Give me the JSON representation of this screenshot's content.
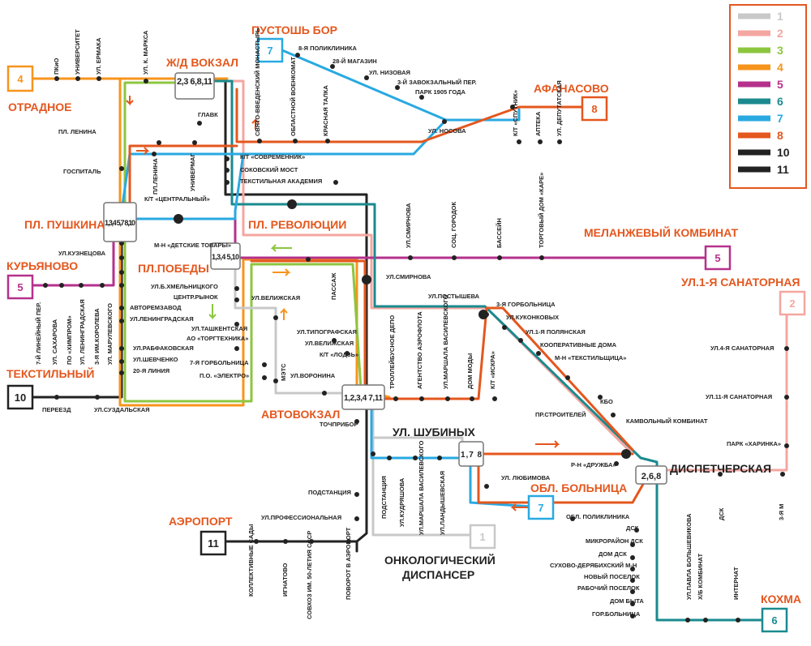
{
  "route_colors": {
    "r1": "#c8c8c8",
    "r2": "#f4a6a0",
    "r3": "#8cc63f",
    "r4": "#f7941d",
    "r5": "#b5318c",
    "r6": "#1a8a8f",
    "r7": "#29a9e1",
    "r8": "#e4571e",
    "r10": "#222222",
    "r11": "#222222"
  },
  "legend": [
    "1",
    "2",
    "3",
    "4",
    "5",
    "6",
    "7",
    "8",
    "10",
    "11"
  ],
  "terminals": {
    "r4": "4",
    "r7": "7",
    "r8": "8",
    "r5a": "5",
    "r5b": "5",
    "r2": "2",
    "r10": "10",
    "r11": "11",
    "r6": "6",
    "r1": "1",
    "r7b": "7"
  },
  "hubs": {
    "otradnoe": "ОТРАДНОЕ",
    "zhd": "Ж/Д ВОКЗАЛ",
    "pustosh": "ПУСТОШЬ БОР",
    "afanasovo": "АФАНАСОВО",
    "pushkina": "ПЛ. ПУШКИНА",
    "revolution": "ПЛ. РЕВОЛЮЦИИ",
    "melanzh": "МЕЛАНЖЕВЫЙ КОМБИНАТ",
    "kuryanovo": "КУРЬЯНОВО",
    "pobedy": "ПЛ.ПОБЕДЫ",
    "sanatornaya": "УЛ.1-Я САНАТОРНАЯ",
    "tekstilny": "ТЕКСТИЛЬНЫЙ",
    "avtovokzal": "АВТОВОКЗАЛ",
    "shubinykh": "УЛ. ШУБИНЫХ",
    "dispatch": "ДИСПЕТЧЕРСКАЯ",
    "bolnica": "ОБЛ. БОЛЬНИЦА",
    "aeroport": "АЭРОПОРТ",
    "onko1": "ОНКОЛОГИЧЕСКИЙ",
    "onko2": "ДИСПАНСЕР",
    "kokhma": "КОХМА"
  },
  "hub_badges": {
    "zhd": "2,3 6,8,11",
    "pushkina": "1,3,4 5,7 8,10",
    "pobedy": "1,3,4 5,10",
    "avtovokzal": "1,2,3,4 7,11",
    "shubinykh": "1,7 8",
    "dispatch": "2,6,8"
  },
  "stops": {
    "s1": "ПКиО",
    "s2": "УНИВЕРСИТЕТ",
    "s3": "УЛ. ЕРМАКА",
    "s4": "УЛ. К. МАРКСА",
    "s5": "8-Я ПОЛИКЛИНИКА",
    "s6": "28-Й МАГАЗИН",
    "s7": "УЛ. НИЗОВАЯ",
    "s8": "3-Й ЗАВОКЗАЛЬНЫЙ ПЕР.",
    "s9": "ПАРК 1905 ГОДА",
    "s10": "УЛ. НОСОВА",
    "s11": "ГЛАВК",
    "s12": "СВЯТО-ВВЕДЕНСКИЙ МОНАСТЫРЬ",
    "s13": "ОБЛАСТНОЙ ВОЕНКОМАТ",
    "s14": "КРАСНАЯ ТАЛКА",
    "s15": "ПЛ. ЛЕНИНА",
    "s16": "К/Т «СПУТНИК»",
    "s17": "АПТЕКА",
    "s18": "УЛ. ДЕПУТАТСКАЯ",
    "s19": "ГОСПИТАЛЬ",
    "s20": "ПЛ.ЛЕНИНА",
    "s21": "УНИВЕРМАГ",
    "s22": "К/Т «СОВРЕМЕННИК»",
    "s23": "СОКОВСКИЙ МОСТ",
    "s24": "ТЕКСТИЛЬНАЯ АКАДЕМИЯ",
    "s25": "К/Т «ЦЕНТРАЛЬНЫЙ»",
    "s26": "УЛ.СМИРНОВА",
    "s27": "СОЦ. ГОРОДОК",
    "s28": "БАССЕЙН",
    "s29": "ТОРГОВЫЙ ДОМ «КАРЕ»",
    "s30": "М-Н «ДЕТСКИЕ ТОВАРЫ»",
    "s31": "УЛ.КУЗНЕЦОВА",
    "s32": "ПАССАЖ",
    "s33": "УЛ.СМИРНОВА",
    "s34": "УЛ.Б.ХМЕЛЬНИЦКОГО",
    "s35": "ЦЕНТР.РЫНОК",
    "s36": "АВТОРЕМЗАВОД",
    "s37": "УЛ.ЛЕНИНГРАДСКАЯ",
    "s38": "УЛ.ВЕЛИЖСКАЯ",
    "s39": "УЛ.ПОСТЫШЕВА",
    "s40": "3-Я ГОРБОЛЬНИЦА",
    "s41": "УЛ.КУКОНКОВЫХ",
    "s42": "7-Й ЛИНЕЙНЫЙ ПЕР.",
    "s43": "УЛ. САХАРОВА",
    "s44": "ПО «ХИМПРОМ»",
    "s45": "УЛ. ЛЕНИНГРАДСКАЯ",
    "s46": "3-Я ИМ.КОРОЛЕВА",
    "s47": "УЛ. МАРУЛЕВСКОГО",
    "s48": "УЛ.ТАШКЕНТСКАЯ",
    "s49": "АО «ТОРГТЕХНИКА»",
    "s50": "УЛ.РАБФАКОВСКАЯ",
    "s51": "УЛ.ШЕВЧЕНКО",
    "s52": "20-Я ЛИНИЯ",
    "s53": "7-Я ГОРБОЛЬНИЦА",
    "s54": "П.О. «ЭЛЕКТРО»",
    "s55": "МЭТС",
    "s56": "УЛ.ТИПОГРАФСКАЯ",
    "s57": "УЛ.ВЕЛИЖСКАЯ",
    "s58": "К/Т «ЛОДЗЬ»",
    "s59": "УЛ.ВОРОНИНА",
    "s60": "ТРОЛЛЕЙБУСНОЕ ДЕПО",
    "s61": "АГЕНТСТВО АЭРОФЛОТА",
    "s62": "УЛ.МАРШАЛА ВАСИЛЕВСКОГО",
    "s63": "ДОМ МОДЫ",
    "s64": "К/Т «ИСКРА»",
    "s65": "УЛ.1-Я ПОЛЯНСКАЯ",
    "s66": "КООПЕРАТИВНЫЕ ДОМА",
    "s67": "М-Н «ТЕКСТИЛЬЩИЦА»",
    "s68": "УЛ.4-Я САНАТОРНАЯ",
    "s69": "УЛ.11-Я САНАТОРНАЯ",
    "s70": "ПАРК «ХАРИНКА»",
    "s71": "КБО",
    "s72": "КАМВОЛЬНЫЙ КОМБИНАТ",
    "s73": "ПР.СТРОИТЕЛЕЙ",
    "s74": "ПЕРЕЕЗД",
    "s75": "УЛ.СУЗДАЛЬСКАЯ",
    "s76": "ТОЧПРИБОР",
    "s77": "Р-Н «ДРУЖБА»",
    "s78": "УЛ. ЛЮБИМОВА",
    "s79": "ПОДСТАНЦИЯ",
    "s80": "ПОДСТАНЦИЯ",
    "s81": "УЛ.КУДРЯШОВА",
    "s82": "УЛ.МАРШАЛА ВАСИЛЕВСКОГО",
    "s83": "УЛ.ЛАНДЫШЕВСКАЯ",
    "s84": "УЛ.ПРОФЕССИОНАЛЬНАЯ",
    "s85": "ОБЛ. ПОЛИКЛИНИКА",
    "s86": "ДСК",
    "s87": "МИКРОРАЙОН ДСК",
    "s88": "ДОМ ДСК",
    "s89": "СУХОВО-ДЕРЯБИХСКИЙ М-Н",
    "s90": "НОВЫЙ ПОСЕЛОК",
    "s91": "РАБОЧИЙ ПОСЕЛОК",
    "s92": "ДОМ БЫТА",
    "s93": "ГОР.БОЛЬНИЦА",
    "s94": "УЛ.ПАВЛА БОЛЬШЕВИКОВА",
    "s95": "Х/Б КОМБИНАТ",
    "s96": "ИНТЕРНАТ",
    "s97": "ДСК",
    "s98": "3-Я М",
    "s99": "КОЛЛЕКТИВНЫЕ САДЫ",
    "s100": "ИГНАТОВО",
    "s101": "СОВХОЗ ИМ. 50-ЛЕТИЯ СССР",
    "s102": "ПОВОРОТ В АЭРОПОРТ"
  }
}
